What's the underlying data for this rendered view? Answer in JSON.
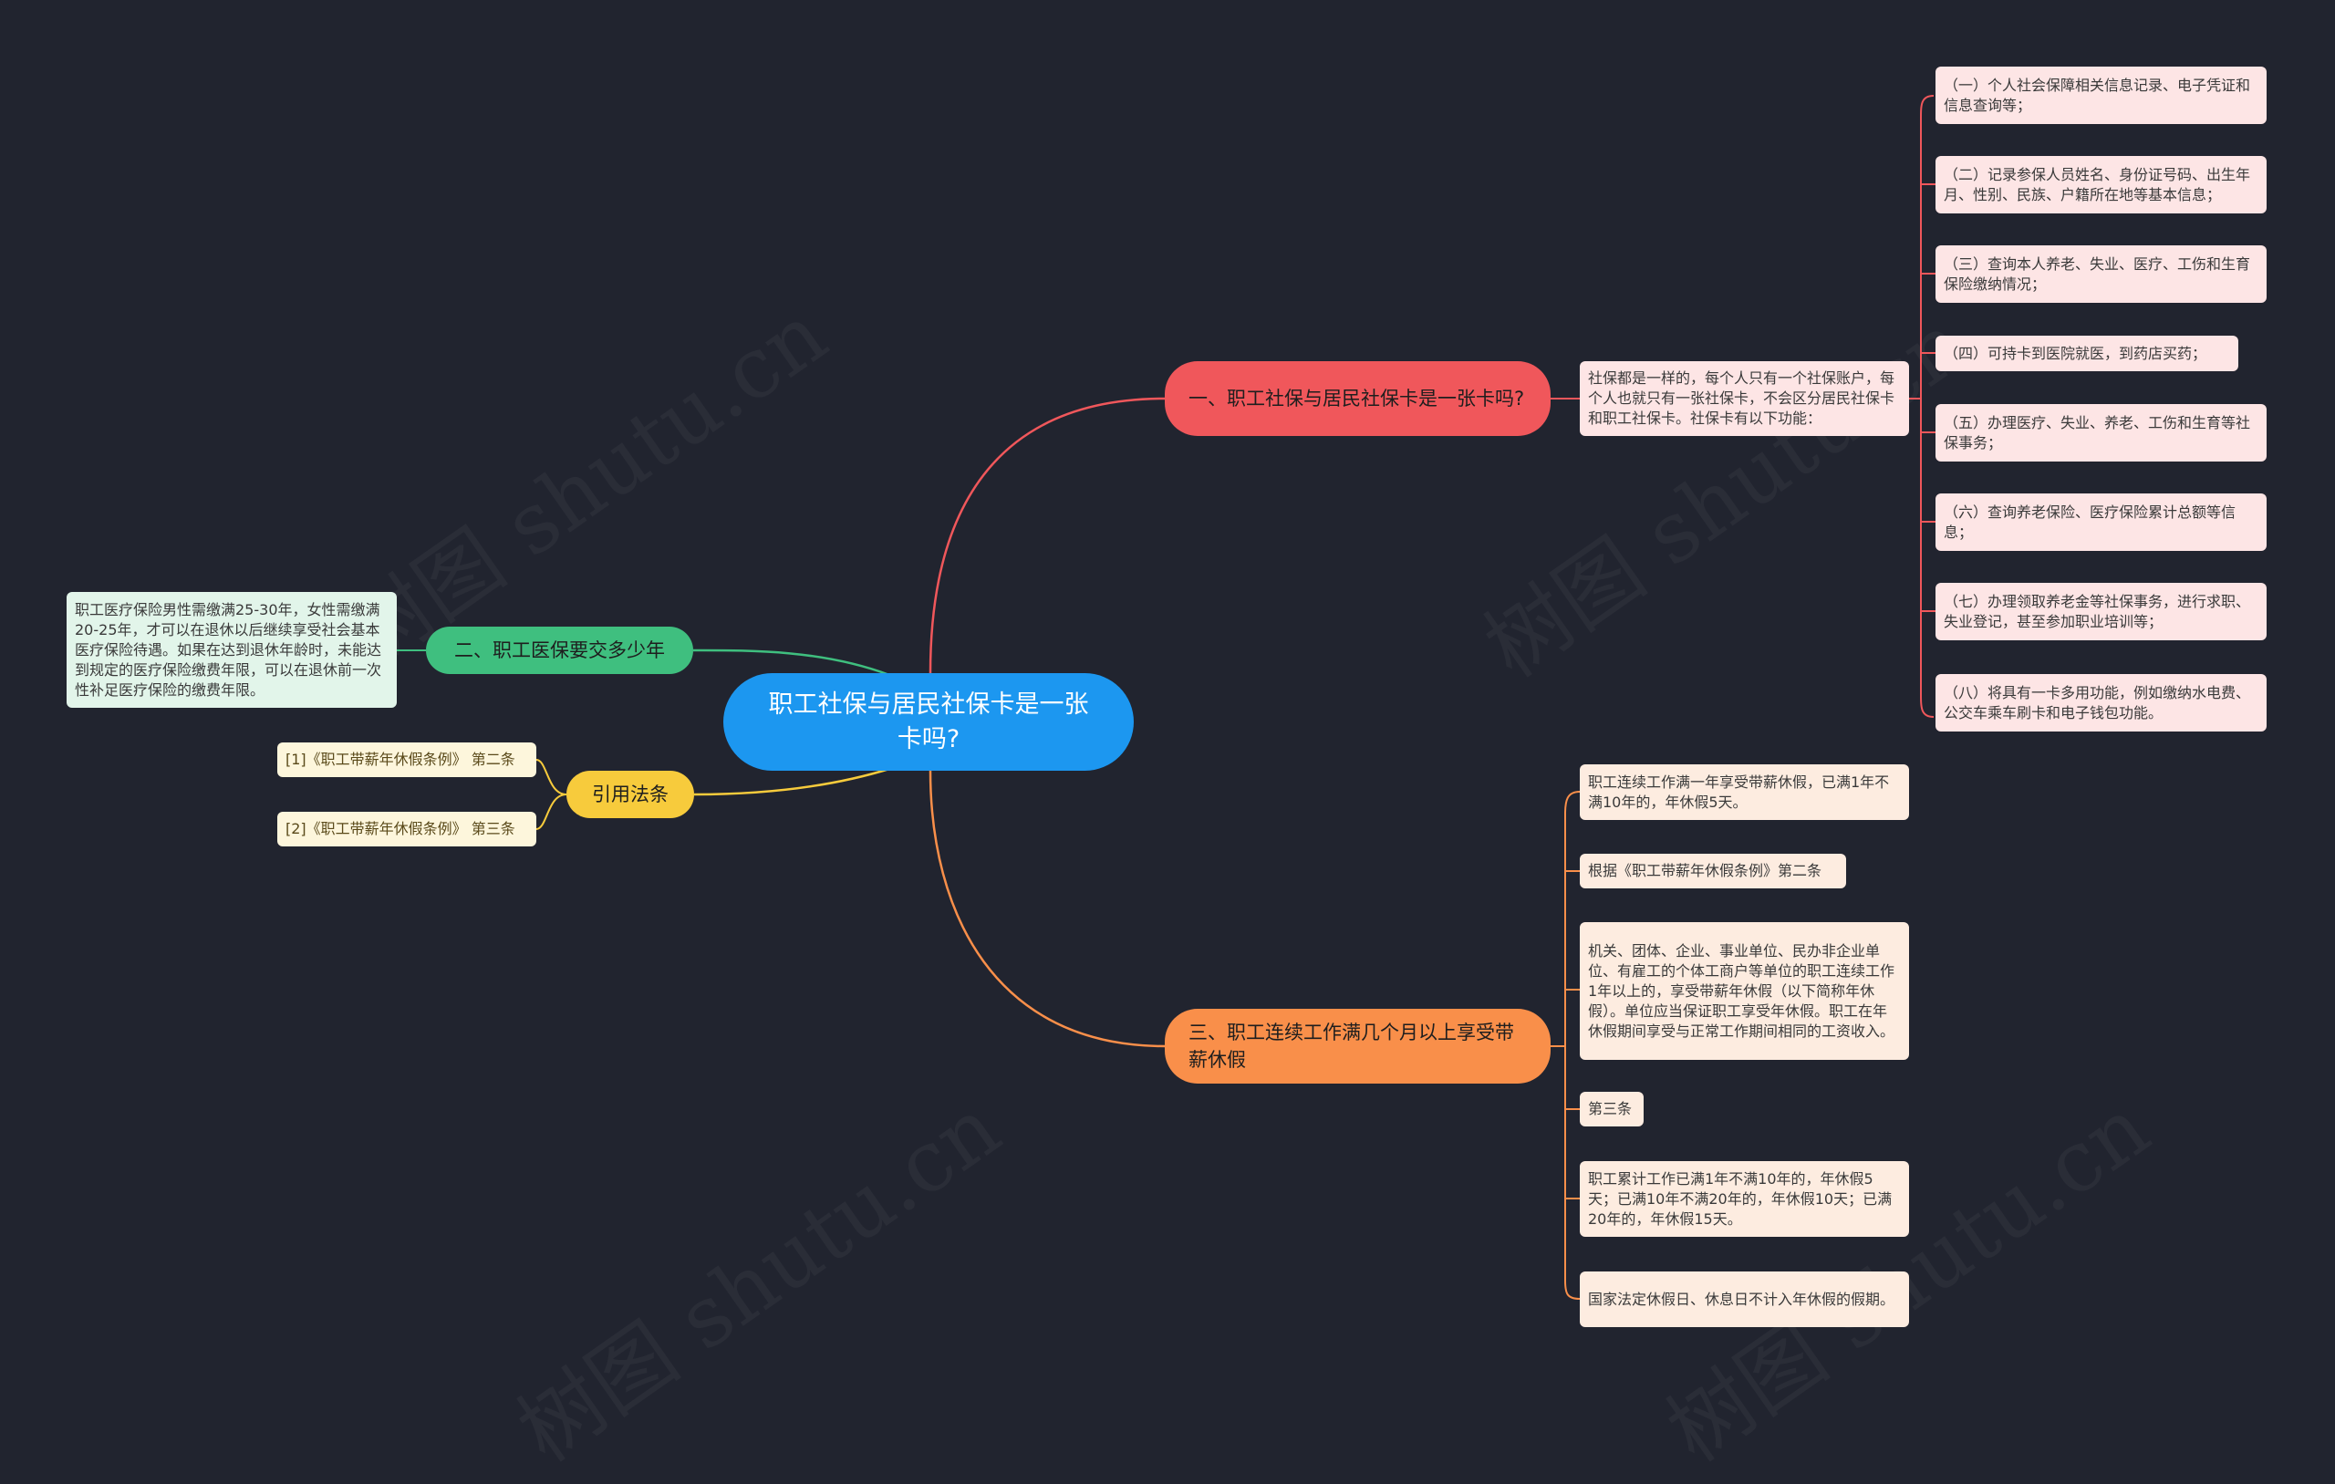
{
  "root": {
    "title": "职工社保与居民社保卡是一张卡吗?"
  },
  "colors": {
    "background": "#21242f",
    "root": "#1c97f0",
    "branch1": "#f0575b",
    "branch2": "#3fbf7f",
    "branch3": "#f7cb3c",
    "branch4": "#f98f4a"
  },
  "branches": {
    "b1": {
      "title": "一、职工社保与居民社保卡是一张卡吗?",
      "summary": "社保都是一样的，每个人只有一个社保账户，每个人也就只有一张社保卡，不会区分居民社保卡和职工社保卡。社保卡有以下功能：",
      "functions": [
        "（一）个人社会保障相关信息记录、电子凭证和信息查询等；",
        "（二）记录参保人员姓名、身份证号码、出生年月、性别、民族、户籍所在地等基本信息；",
        "（三）查询本人养老、失业、医疗、工伤和生育保险缴纳情况；",
        "（四）可持卡到医院就医，到药店买药；",
        "（五）办理医疗、失业、养老、工伤和生育等社保事务；",
        "（六）查询养老保险、医疗保险累计总额等信息；",
        "（七）办理领取养老金等社保事务，进行求职、失业登记，甚至参加职业培训等；",
        "（八）将具有一卡多用功能，例如缴纳水电费、公交车乘车刷卡和电子钱包功能。"
      ]
    },
    "b2": {
      "title": "二、职工医保要交多少年",
      "detail": "职工医疗保险男性需缴满25-30年，女性需缴满20-25年，才可以在退休以后继续享受社会基本医疗保险待遇。如果在达到退休年龄时，未能达到规定的医疗保险缴费年限，可以在退休前一次性补足医疗保险的缴费年限。"
    },
    "b3": {
      "title": "引用法条",
      "refs": [
        "[1]《职工带薪年休假条例》 第二条",
        "[2]《职工带薪年休假条例》 第三条"
      ]
    },
    "b4": {
      "title": "三、职工连续工作满几个月以上享受带薪休假",
      "items": [
        "职工连续工作满一年享受带薪休假，已满1年不满10年的，年休假5天。",
        "根据《职工带薪年休假条例》第二条",
        "机关、团体、企业、事业单位、民办非企业单位、有雇工的个体工商户等单位的职工连续工作1年以上的，享受带薪年休假（以下简称年休假）。单位应当保证职工享受年休假。职工在年休假期间享受与正常工作期间相同的工资收入。",
        "第三条",
        "职工累计工作已满1年不满10年的，年休假5天；已满10年不满20年的，年休假10天；已满20年的，年休假15天。",
        "国家法定休假日、休息日不计入年休假的假期。"
      ]
    }
  },
  "watermark": "树图 shutu.cn"
}
